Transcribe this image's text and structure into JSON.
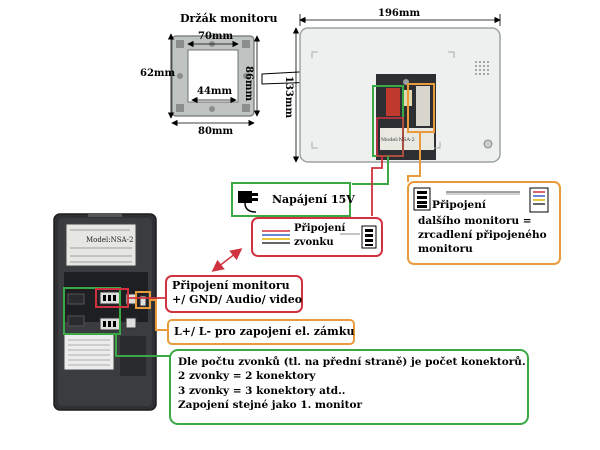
{
  "bracket": {
    "title": "Držák monitoru",
    "dim_top": "70mm",
    "dim_left": "62mm",
    "dim_inner": "44mm",
    "dim_right": "86mm",
    "dim_bottom": "80mm"
  },
  "monitor": {
    "width": "196mm",
    "height": "133mm",
    "model_label": "Model:NSA-2"
  },
  "outdoor": {
    "model_label": "Model:NSA-2"
  },
  "labels": {
    "power": "Napájení 15V",
    "bell_connection": [
      "Připojení",
      "zvonku"
    ],
    "next_monitor": [
      "Připojení",
      "dalšího monitoru =",
      "zrcadlení připojeného",
      "monitoru"
    ],
    "monitor_connection": [
      "Připojení monitoru",
      "+/ GND/ Audio/ video"
    ],
    "lock": "L+/ L- pro zapojení el. zámku",
    "note": [
      "Dle počtu zvonků (tl. na přední straně) je počet konektorů.",
      "2 zvonky = 2 konektory",
      "3 zvonky = 3 konektory atd..",
      "Zapojení stejné jako 1. monitor"
    ]
  },
  "colors": {
    "green": "#3aa845",
    "red": "#d0323f",
    "orange": "#e99a3c",
    "black": "#000000"
  }
}
